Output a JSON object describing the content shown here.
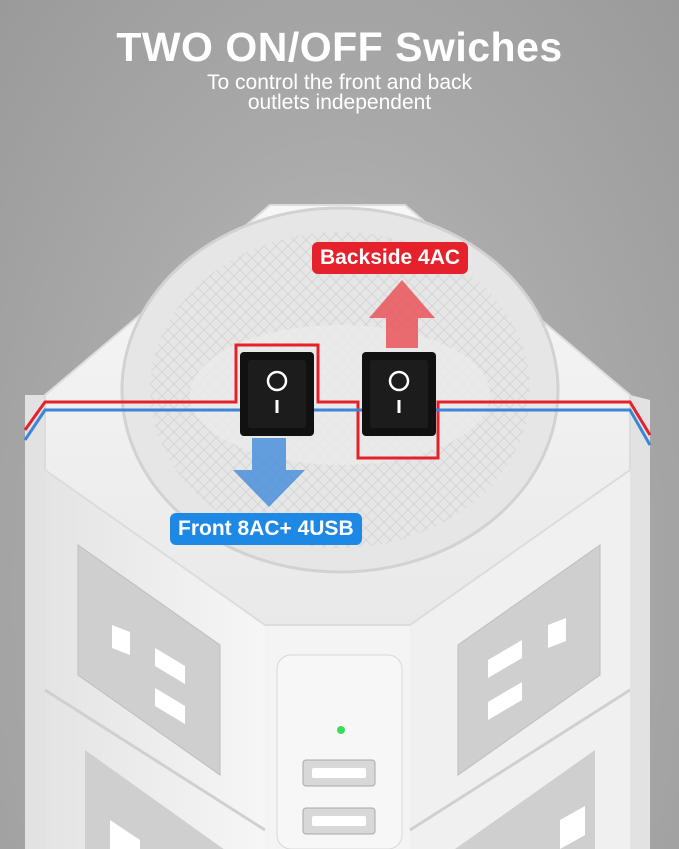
{
  "title": "TWO ON/OFF Swiches",
  "subtitle_line1": "To control the front and back",
  "subtitle_line2": "outlets independent",
  "labels": {
    "backside": "Backside 4AC",
    "front": "Front 8AC+ 4USB"
  },
  "switches": [
    {
      "name": "front-switch",
      "symbol_on": "I",
      "symbol_off": "O"
    },
    {
      "name": "back-switch",
      "symbol_on": "I",
      "symbol_off": "O"
    }
  ],
  "colors": {
    "back_accent": "#e5222b",
    "front_accent": "#1e88e5",
    "body": "#f1f1f1",
    "outlet_panel": "#cfcfcf",
    "led": "#3ddc5a"
  }
}
